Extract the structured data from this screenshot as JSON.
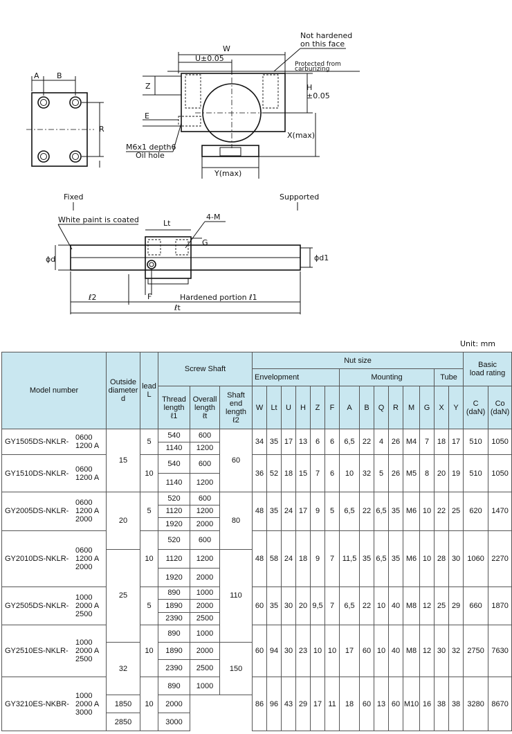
{
  "drawing": {
    "labels": {
      "w": "W",
      "u": "U±0.05",
      "a": "A",
      "b": "B",
      "r": "R",
      "z": "Z",
      "e": "E",
      "h": "H",
      "h_tol": "±0.05",
      "x_max": "X(max)",
      "y_max": "Y(max)",
      "oil_hole_1": "M6x1 depth6",
      "oil_hole_2": "Oil hole",
      "not_hardened_1": "Not hardened",
      "not_hardened_2": "on this face",
      "protected_1": "Protected from",
      "protected_2": "carburizing",
      "fixed": "Fixed",
      "supported": "Supported",
      "white_paint": "White paint is coated",
      "lt": "Lt",
      "m4": "4-M",
      "g": "G",
      "d": "ϕd",
      "d1": "ϕd1",
      "f": "F",
      "l2": "ℓ2",
      "hardened": "Hardened portion  ℓ1",
      "lt_total": "ℓt"
    }
  },
  "unit": "Unit: mm",
  "table": {
    "headers": {
      "model": "Model number",
      "od_1": "Outside",
      "od_2": "diameter",
      "od_3": "d",
      "lead_1": "lead",
      "lead_2": "L",
      "screw_shaft": "Screw Shaft",
      "thread_1": "Thread",
      "thread_2": "length",
      "thread_3": "ℓ1",
      "overall_1": "Overall",
      "overall_2": "length",
      "overall_3": "ℓt",
      "shaft_1": "Shaft",
      "shaft_2": "end",
      "shaft_3": "length",
      "shaft_4": "ℓ2",
      "nut_size": "Nut size",
      "envelopment": "Envelopment",
      "mounting": "Mounting",
      "tube": "Tube",
      "basic_1": "Basic",
      "basic_2": "load rating",
      "c_1": "C",
      "c_2": "(daN)",
      "co_1": "Co",
      "co_2": "(daN)",
      "cols": [
        "W",
        "Lt",
        "U",
        "H",
        "Z",
        "F",
        "A",
        "B",
        "Q",
        "R",
        "M",
        "G",
        "X",
        "Y"
      ]
    },
    "groups": [
      {
        "model": "GY1505DS-NKLR-",
        "lengths": [
          "0600",
          "1200 A"
        ],
        "lead": "5",
        "rows": [
          [
            "540",
            "600"
          ],
          [
            "1140",
            "1200"
          ]
        ],
        "vals": [
          "34",
          "35",
          "17",
          "13",
          "6",
          "6",
          "6,5",
          "22",
          "4",
          "26",
          "M4",
          "7",
          "18",
          "17"
        ],
        "c": "510",
        "co": "1050"
      },
      {
        "model": "GY1510DS-NKLR-",
        "lengths": [
          "0600",
          "1200 A"
        ],
        "lead": "10",
        "rows": [
          [
            "540",
            "600"
          ],
          [
            "1140",
            "1200"
          ]
        ],
        "vals": [
          "36",
          "52",
          "18",
          "15",
          "7",
          "6",
          "10",
          "32",
          "5",
          "26",
          "M5",
          "8",
          "20",
          "19"
        ],
        "c": "510",
        "co": "1050"
      },
      {
        "model": "GY2005DS-NKLR-",
        "lengths": [
          "0600",
          "1200 A",
          "2000"
        ],
        "lead": "5",
        "rows": [
          [
            "520",
            "600"
          ],
          [
            "1120",
            "1200"
          ],
          [
            "1920",
            "2000"
          ]
        ],
        "vals": [
          "48",
          "35",
          "24",
          "17",
          "9",
          "5",
          "6,5",
          "22",
          "6,5",
          "35",
          "M6",
          "10",
          "22",
          "25"
        ],
        "c": "620",
        "co": "1470"
      },
      {
        "model": "GY2010DS-NKLR-",
        "lengths": [
          "0600",
          "1200 A",
          "2000"
        ],
        "lead": "10",
        "rows": [
          [
            "520",
            "600"
          ],
          [
            "1120",
            "1200"
          ],
          [
            "1920",
            "2000"
          ]
        ],
        "vals": [
          "48",
          "58",
          "24",
          "18",
          "9",
          "7",
          "11,5",
          "35",
          "6,5",
          "35",
          "M6",
          "10",
          "28",
          "30"
        ],
        "c": "1060",
        "co": "2270"
      },
      {
        "model": "GY2505DS-NKLR-",
        "lengths": [
          "1000",
          "2000 A",
          "2500"
        ],
        "lead": "5",
        "rows": [
          [
            "890",
            "1000"
          ],
          [
            "1890",
            "2000"
          ],
          [
            "2390",
            "2500"
          ]
        ],
        "vals": [
          "60",
          "35",
          "30",
          "20",
          "9,5",
          "7",
          "6,5",
          "22",
          "10",
          "40",
          "M8",
          "12",
          "25",
          "29"
        ],
        "c": "660",
        "co": "1870"
      },
      {
        "model": "GY2510ES-NKLR-",
        "lengths": [
          "1000",
          "2000 A",
          "2500"
        ],
        "lead": "10",
        "rows": [
          [
            "890",
            "1000"
          ],
          [
            "1890",
            "2000"
          ],
          [
            "2390",
            "2500"
          ]
        ],
        "vals": [
          "60",
          "94",
          "30",
          "23",
          "10",
          "10",
          "17",
          "60",
          "10",
          "40",
          "M8",
          "12",
          "30",
          "32"
        ],
        "c": "2750",
        "co": "7630"
      },
      {
        "model": "GY3210ES-NKBR-",
        "lengths": [
          "1000",
          "2000 A",
          "3000"
        ],
        "lead": "10",
        "rows": [
          [
            "890",
            "1000"
          ],
          [
            "1850",
            "2000"
          ],
          [
            "2850",
            "3000"
          ]
        ],
        "vals": [
          "86",
          "96",
          "43",
          "29",
          "17",
          "11",
          "18",
          "60",
          "13",
          "60",
          "M10",
          "16",
          "38",
          "38"
        ],
        "c": "3280",
        "co": "8670"
      }
    ],
    "diameters": [
      "15",
      "20",
      "25",
      "32"
    ],
    "shaft_end": [
      "60",
      "80",
      "110",
      "150"
    ]
  }
}
